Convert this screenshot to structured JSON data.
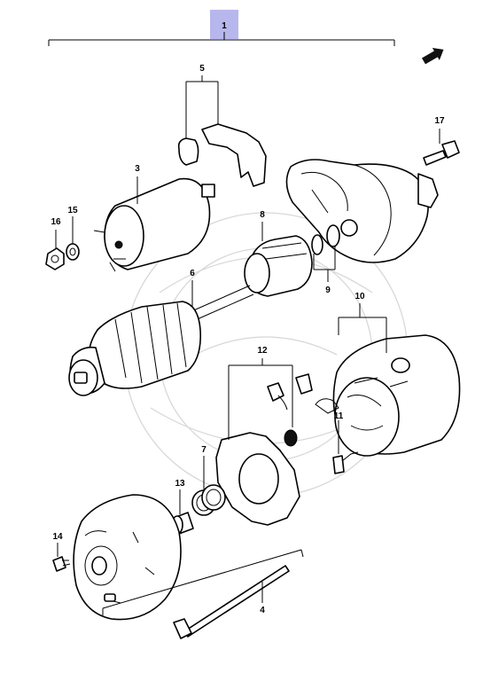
{
  "diagram": {
    "header_index": "1",
    "direction_icon": "forward-arrow-icon",
    "highlight_color": "#b7b7ee",
    "callouts": {
      "c1": "1",
      "c3": "3",
      "c4": "4",
      "c5": "5",
      "c6": "6",
      "c7": "7",
      "c8": "8",
      "c9": "9",
      "c10": "10",
      "c11": "11",
      "c12": "12",
      "c13": "13",
      "c14": "14",
      "c15": "15",
      "c16": "16",
      "c17": "17"
    }
  }
}
